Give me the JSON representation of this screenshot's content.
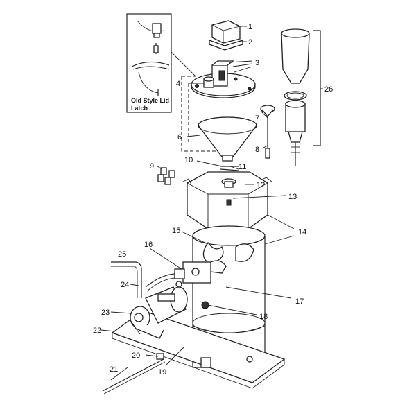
{
  "inset": {
    "caption_line1": "Old Style Lid",
    "caption_line2": "Latch"
  },
  "callouts": [
    {
      "id": "1",
      "label": "1"
    },
    {
      "id": "2",
      "label": "2"
    },
    {
      "id": "3",
      "label": "3"
    },
    {
      "id": "4",
      "label": "4"
    },
    {
      "id": "6",
      "label": "6"
    },
    {
      "id": "7",
      "label": "7"
    },
    {
      "id": "8",
      "label": "8"
    },
    {
      "id": "9",
      "label": "9"
    },
    {
      "id": "10",
      "label": "10"
    },
    {
      "id": "11",
      "label": "11"
    },
    {
      "id": "12",
      "label": "12"
    },
    {
      "id": "13",
      "label": "13"
    },
    {
      "id": "14",
      "label": "14"
    },
    {
      "id": "15",
      "label": "15"
    },
    {
      "id": "16",
      "label": "16"
    },
    {
      "id": "17",
      "label": "17"
    },
    {
      "id": "18",
      "label": "18"
    },
    {
      "id": "19",
      "label": "19"
    },
    {
      "id": "20",
      "label": "20"
    },
    {
      "id": "21",
      "label": "21"
    },
    {
      "id": "22",
      "label": "22"
    },
    {
      "id": "23",
      "label": "23"
    },
    {
      "id": "24",
      "label": "24"
    },
    {
      "id": "25",
      "label": "25"
    },
    {
      "id": "26",
      "label": "26"
    }
  ]
}
